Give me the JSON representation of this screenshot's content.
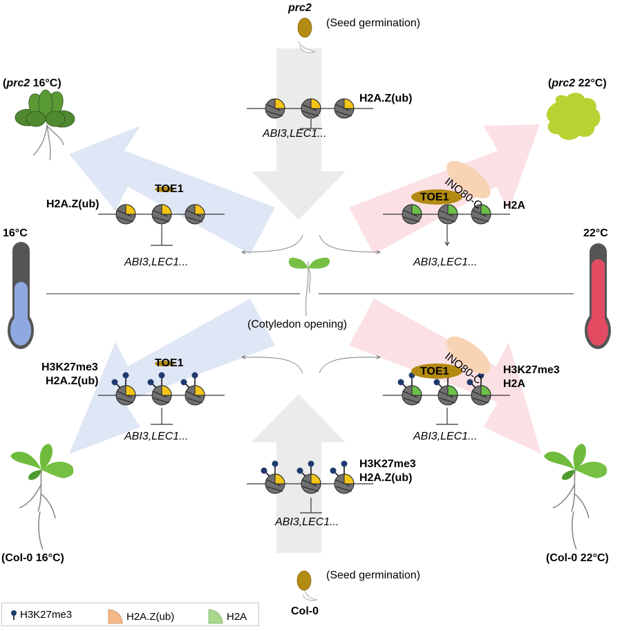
{
  "diagram": {
    "top_genotype": "prc2",
    "bottom_genotype": "Col-0",
    "stage_seed": "(Seed germination)",
    "stage_cotyledon": "(Cotyledon opening)",
    "temp_cold": "16°C",
    "temp_warm": "22°C",
    "outcomes": {
      "prc2_16_prefix": "(",
      "prc2_16_italic": "prc2",
      "prc2_16_suffix": " 16°C)",
      "prc2_22_prefix": "(",
      "prc2_22_italic": "prc2",
      "prc2_22_suffix": " 22°C)",
      "col0_16": "(Col-0 16°C)",
      "col0_22": "(Col-0 22°C)"
    },
    "panels": {
      "top_center": {
        "marks": [
          "H2A.Z(ub)"
        ],
        "genes": "ABI3,LEC1...",
        "regulation": "repressed"
      },
      "top_left": {
        "marks": [
          "H2A.Z(ub)"
        ],
        "factor": "TOE1",
        "genes": "ABI3,LEC1...",
        "regulation": "repressed"
      },
      "top_right": {
        "marks": [
          "H2A"
        ],
        "factor": "TOE1",
        "complex": "INO80-C",
        "genes": "ABI3,LEC1...",
        "regulation": "activated"
      },
      "bottom_left": {
        "marks": [
          "H3K27me3",
          "H2A.Z(ub)"
        ],
        "factor": "TOE1",
        "genes": "ABI3,LEC1...",
        "regulation": "repressed"
      },
      "bottom_right": {
        "marks": [
          "H3K27me3",
          "H2A"
        ],
        "factor": "TOE1",
        "complex": "INO80-C",
        "genes": "ABI3,LEC1...",
        "regulation": "repressed"
      },
      "bottom_center": {
        "marks": [
          "H3K27me3",
          "H2A.Z(ub)"
        ],
        "genes": "ABI3,LEC1...",
        "regulation": "repressed"
      }
    }
  },
  "legend": {
    "items": [
      {
        "label": "H3K27me3",
        "icon": "lollipop-icon",
        "color": "#1f3a6e"
      },
      {
        "label": "H2A.Z(ub)",
        "icon": "quarter-circle-icon",
        "color": "#f5b887"
      },
      {
        "label": "H2A",
        "icon": "quarter-circle-icon",
        "color": "#a9d88f"
      }
    ]
  },
  "colors": {
    "cold_arrow": "#dfe6f5",
    "warm_arrow": "#fbe1e4",
    "center_arrow": "#ebebeb",
    "nucleosome": "#707070",
    "h2az_ub": "#f5c518",
    "h2a": "#6cc04a",
    "h3k27me3": "#1f3a6e",
    "toe1": "#b38a12",
    "ino80": "#f8d3b4",
    "thermo_cold": "#8fa9e0",
    "thermo_warm": "#e34b63",
    "seed": "#b38a12"
  }
}
